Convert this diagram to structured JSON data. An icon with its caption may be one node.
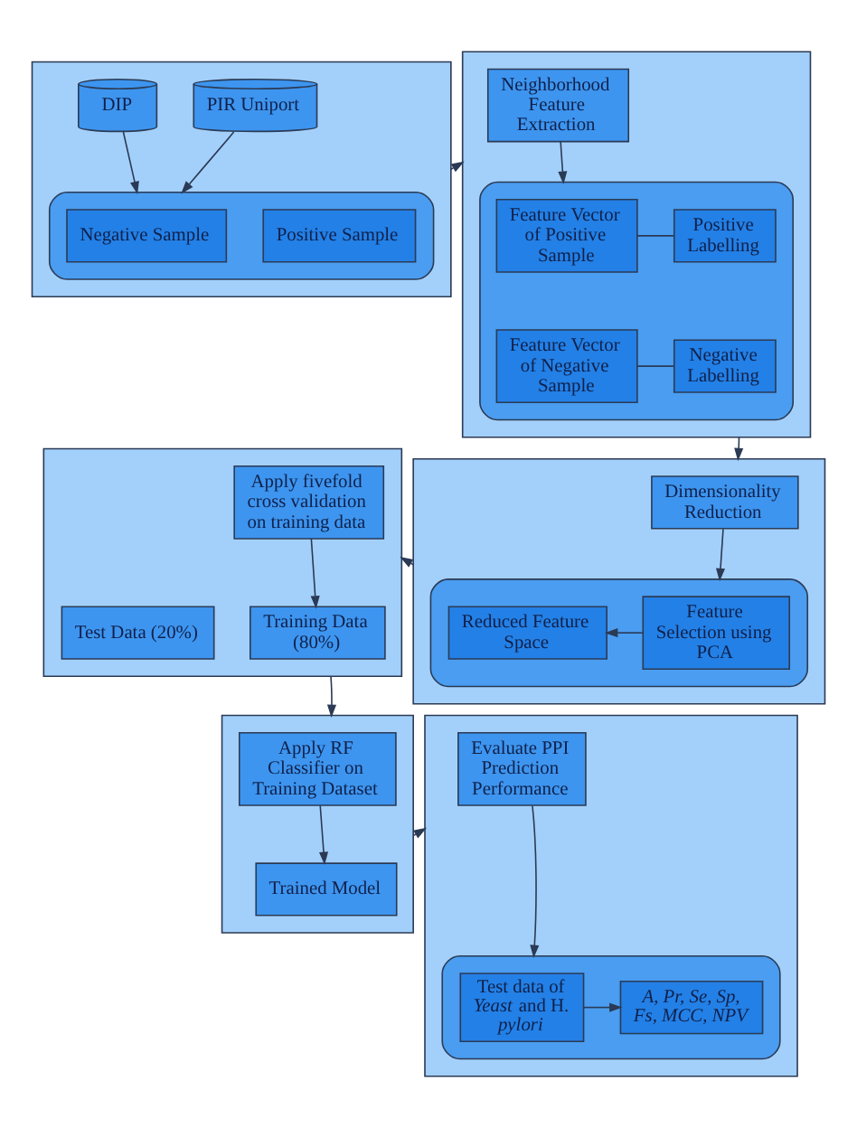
{
  "diagram": {
    "nodes": [
      {
        "text": [],
        "shape": "box"
      },
      {
        "text": [
          "DIP"
        ],
        "in": 0
      },
      {
        "text": [
          "PIR Uniport"
        ],
        "in": 0
      },
      {
        "text": [],
        "shape": "box",
        "in": 0
      },
      {
        "text": [
          "Negative Sample"
        ],
        "in": 3
      },
      {
        "text": [
          "Positive Sample"
        ],
        "in": 3
      },
      {
        "text": [],
        "shape": "box"
      },
      {
        "text": [
          "Neighborhood Feature Extraction"
        ],
        "in": 6
      },
      {
        "text": [],
        "shape": "box",
        "in": 6
      },
      {
        "text": [
          "Feature Vector of Positive Sample"
        ],
        "in": 8
      },
      {
        "text": [
          "Positive Labelling"
        ],
        "in": 8
      },
      {
        "text": [
          "Feature Vector of Negative Sample"
        ],
        "in": 8
      },
      {
        "text": [
          "Negative Labelling"
        ],
        "in": 8
      },
      {
        "text": [],
        "shape": "box"
      },
      {
        "text": [
          "Dimensionality Reduction"
        ],
        "in": 13
      },
      {
        "text": [],
        "shape": "box",
        "in": 13
      },
      {
        "text": [
          "Feature Selection using PCA"
        ],
        "in": 15
      },
      {
        "text": [
          "Reduced Feature Space"
        ],
        "in": 15
      },
      {
        "text": [],
        "shape": "box"
      },
      {
        "text": [
          "Apply fivefold cross validation on training data"
        ],
        "in": 18
      },
      {
        "text": [
          "Test Data (20%)"
        ],
        "in": 18
      },
      {
        "text": [
          "Training Data (80%)"
        ],
        "in": 18
      },
      {
        "text": [],
        "shape": "box"
      },
      {
        "text": [
          "Apply RF Classifier on Training Dataset"
        ],
        "in": 22
      },
      {
        "text": [
          "Trained Model"
        ],
        "in": 22
      },
      {
        "text": [],
        "shape": "box"
      },
      {
        "text": [
          "Evaluate PPI Prediction Performance"
        ],
        "in": 25
      },
      {
        "text": [],
        "shape": "box",
        "in": 25
      },
      {
        "text": [
          "Test data of *Yeast* and H. *pylori*"
        ],
        "in": 27
      },
      {
        "text": [
          "A, Pr, Se, Sp, Fs, MCC, NPV"
        ],
        "in": 27
      }
    ],
    "edges": [
      {
        "from": 1,
        "to": 3,
        "arrow": "to"
      },
      {
        "from": 2,
        "to": 3,
        "arrow": "to"
      },
      {
        "from": 0,
        "to": 6,
        "arrow": "to"
      },
      {
        "from": 7,
        "to": 8,
        "arrow": "to"
      },
      {
        "from": 9,
        "to": 10,
        "arrow": "none"
      },
      {
        "from": 11,
        "to": 12,
        "arrow": "none"
      },
      {
        "from": 6,
        "to": 13,
        "arrow": "to"
      },
      {
        "from": 14,
        "to": 15,
        "arrow": "to"
      },
      {
        "from": 16,
        "to": 17,
        "arrow": "to"
      },
      {
        "from": 13,
        "to": 18,
        "arrow": "to"
      },
      {
        "from": 19,
        "to": 21,
        "arrow": "to"
      },
      {
        "from": 18,
        "to": 22,
        "arrow": "to"
      },
      {
        "from": 23,
        "to": 24,
        "arrow": "to"
      },
      {
        "from": 22,
        "to": 25,
        "arrow": "to"
      },
      {
        "from": 26,
        "to": 27,
        "arrow": "to"
      },
      {
        "from": 28,
        "to": 29,
        "arrow": "to"
      }
    ]
  }
}
